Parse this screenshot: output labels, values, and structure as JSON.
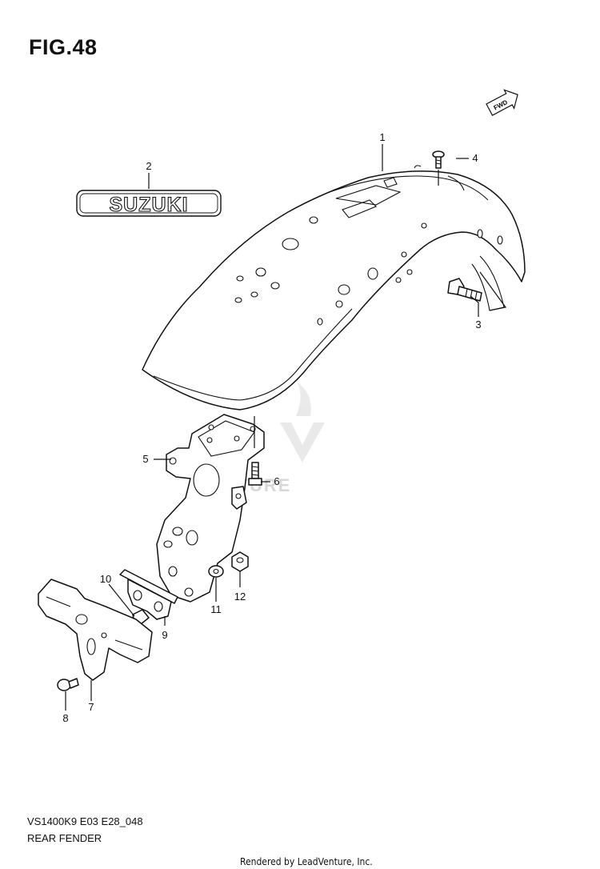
{
  "figure": {
    "title": "FIG.48",
    "model_code": "VS1400K9 E03 E28_048",
    "name": "REAR FENDER"
  },
  "emblem_text": "SUZUKI",
  "fwd_text": "FWD",
  "watermark_text": "ENTURE",
  "rendered_by": "Rendered by LeadVenture, Inc.",
  "callouts": [
    "1",
    "2",
    "3",
    "4",
    "5",
    "6",
    "7",
    "8",
    "9",
    "10",
    "11",
    "12"
  ]
}
